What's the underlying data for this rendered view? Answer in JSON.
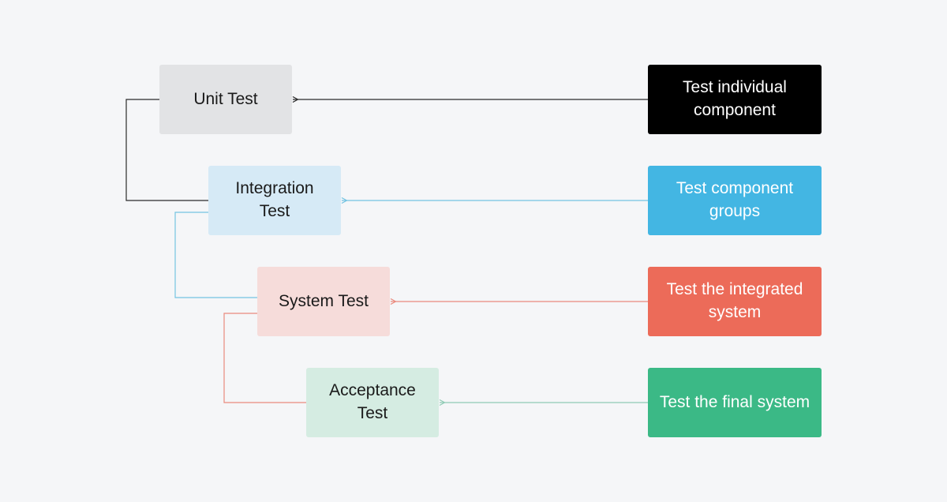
{
  "colors": {
    "background": "#f5f6f8",
    "stage_fills": [
      "#e2e3e5",
      "#d6eaf6",
      "#f6dcda",
      "#d5ece2"
    ],
    "desc_fills": [
      "#000000",
      "#43b6e3",
      "#ec6b59",
      "#3bb986"
    ],
    "connector_colors": [
      "#2b2b2b",
      "#74c4e2",
      "#ea8a7d",
      "#8fcbb5"
    ]
  },
  "stages": [
    {
      "label": "Unit Test"
    },
    {
      "label": "Integration Test"
    },
    {
      "label": "System Test"
    },
    {
      "label": "Acceptance Test"
    }
  ],
  "descriptions": [
    {
      "label": "Test individual component"
    },
    {
      "label": "Test component groups"
    },
    {
      "label": "Test the integrated system"
    },
    {
      "label": "Test the final system"
    }
  ]
}
